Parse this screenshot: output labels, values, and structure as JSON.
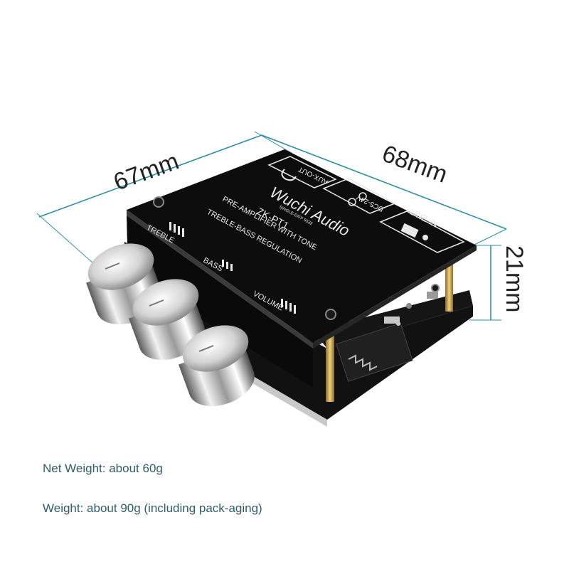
{
  "dimensions": {
    "width": "67mm",
    "depth": "68mm",
    "height": "21mm"
  },
  "panel": {
    "brand_script": "Wuchi Audio",
    "small_print": "SINGLE-DIFF 5532",
    "model": "ZK-PT1",
    "desc_line1": "PRE-AMPLIFIER WITH TONE",
    "desc_line2": "TREBLE-BASS  REGULATION",
    "aux_label": "AUX-OUT",
    "power_label": "DC5-24V",
    "line_label": "LINE-IN",
    "knob_treble": "TREBLE",
    "knob_bass": "BASS",
    "knob_volume": "VOLUME"
  },
  "captions": {
    "net_weight": "Net Weight: about 60g",
    "gross_weight": "Weight: about 90g (including pack-aging)"
  },
  "colors": {
    "dimension_line": "#2e8fa3",
    "caption_text": "#2f5d6b",
    "panel_black": "#0d0d0d"
  }
}
